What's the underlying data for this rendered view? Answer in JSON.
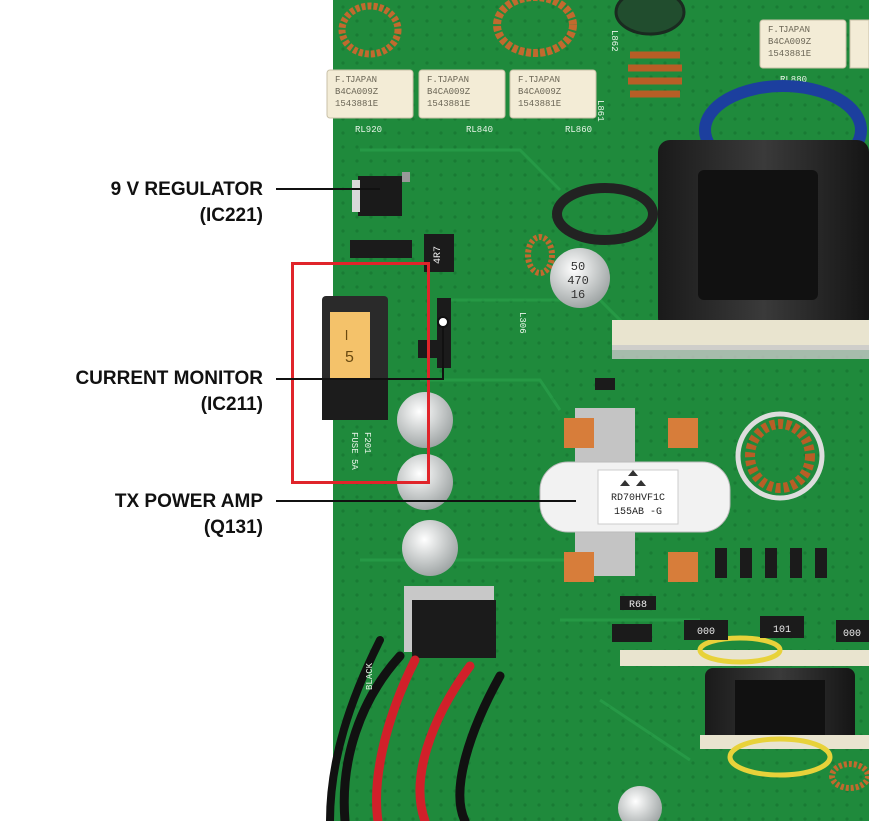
{
  "callouts": [
    {
      "id": "regulator",
      "line1": "9 V REGULATOR",
      "line2": "(IC221)"
    },
    {
      "id": "monitor",
      "line1": "CURRENT MONITOR",
      "line2": "(IC211)"
    },
    {
      "id": "poweramp",
      "line1": "TX POWER AMP",
      "line2": "(Q131)"
    }
  ],
  "board_text": {
    "relay_brand": "F.T",
    "relay_origin": "JAPAN",
    "relay_model": "B4CA009Z",
    "relay_lot": "1543881E",
    "relay_refs": [
      "RL920",
      "RL840",
      "RL860",
      "RL880"
    ],
    "fuse_ref": "F201",
    "fuse_rating": "FUSE 5A",
    "cap_rating_a": [
      "50",
      "470",
      "16"
    ],
    "mosfet_part": "RD70HVF1C",
    "mosfet_lot": "155AB -G",
    "resistor_a": "4R7",
    "resistor_b": "R68",
    "smd_codes": [
      "000",
      "101",
      "000"
    ],
    "wire_label": "BLACK",
    "ref_l306": "L306",
    "ref_l861": "L861",
    "ref_l862": "L862"
  },
  "colors": {
    "pcb": "#1f8a3c",
    "pcb_dark": "#136b2c",
    "highlight_box": "#e0242a",
    "callout_text": "#111111",
    "copper": "#b9652b",
    "relay": "#f3ecd6"
  }
}
